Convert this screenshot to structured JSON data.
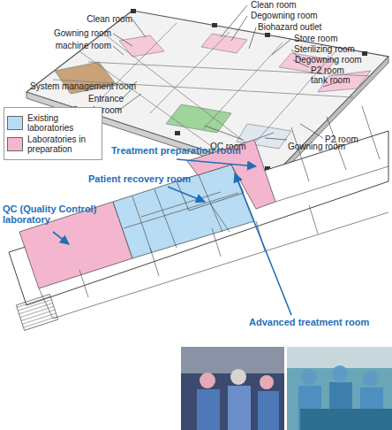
{
  "diagram": {
    "labels": [
      "Clean room",
      "Gowning room",
      "machine room",
      "Clean room",
      "Degowning room",
      "Biohazard outlet",
      "Store room",
      "Sterilizing room",
      "Degowning room",
      "P2 room tank room",
      "System management room",
      "Entrance",
      "Supply room",
      "P2 room",
      "QC room",
      "Gowning room",
      "Treatment preparation room",
      "Patient recovery room",
      "QC (Quality Control) laboratory",
      "Advanced treatment room"
    ],
    "legend": [
      {
        "text": "Existing laboratories",
        "color": "#b7dcf3"
      },
      {
        "text": "Laboratories in preparation",
        "color": "#f4b6cf"
      }
    ]
  }
}
